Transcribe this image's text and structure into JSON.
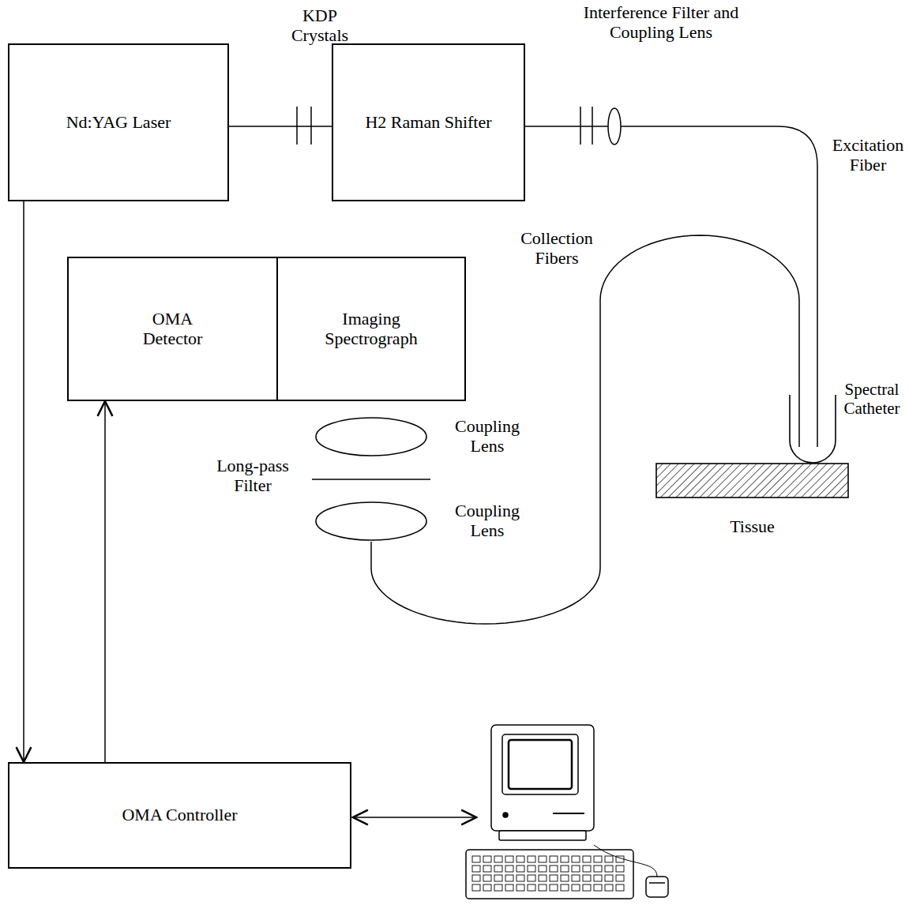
{
  "diagram": {
    "nodes": [
      {
        "text": [
          "Nd:YAG Laser"
        ]
      },
      {
        "text": [
          "H2 Raman Shifter"
        ]
      },
      {
        "text": [
          "OMA Detector"
        ]
      },
      {
        "text": [
          "Imaging Spectrograph"
        ]
      },
      {
        "text": [
          "Coupling Lens"
        ]
      },
      {
        "text": [
          "Coupling Lens"
        ]
      },
      {
        "text": [
          "Spectral Catheter"
        ]
      },
      {
        "text": [
          "Tissue"
        ]
      },
      {
        "text": [
          "OMA Controller"
        ]
      }
    ],
    "edges": [
      {
        "from": 0,
        "to": 8,
        "arrow": "to"
      },
      {
        "from": 8,
        "to": 2,
        "arrow": "to"
      },
      {
        "from": 6,
        "to": 5,
        "arrow": "none"
      }
    ],
    "labels": [
      "KDP Crystals",
      "Interference Filter and Coupling Lens",
      "Excitation Fiber",
      "Collection Fibers",
      "Long-pass Filter"
    ]
  }
}
